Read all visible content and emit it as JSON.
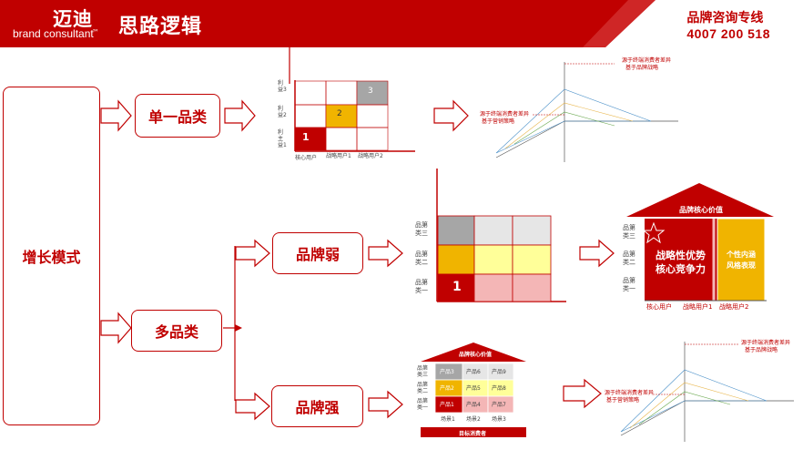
{
  "header": {
    "brand_cn": "迈迪",
    "brand_en": "brand consultant",
    "brand_tm": "™",
    "title": "思路逻辑",
    "hotline_label": "品牌咨询专线",
    "hotline_number": "4007 200 518"
  },
  "flow": {
    "root": "增长模式",
    "single": "单一品类",
    "multi": "多品类",
    "weak": "品牌弱",
    "strong": "品牌强"
  },
  "matrix_single": {
    "y_labels": [
      "利益3",
      "利益2",
      "利主益1"
    ],
    "x_labels": [
      "核心用户",
      "战略用户1",
      "战略用户2"
    ],
    "cells": [
      "1",
      "2",
      "3"
    ]
  },
  "matrix_weak": {
    "y_labels": [
      "品第类三",
      "品第类二",
      "品第类一"
    ],
    "cell": "1"
  },
  "house_weak": {
    "roof": "品牌核心价值",
    "y_labels": [
      "品第类三",
      "品第类二",
      "品第类一"
    ],
    "red_text_1": "战略性优势",
    "red_text_2": "核心竞争力",
    "yellow_text_1": "个性内涵",
    "yellow_text_2": "风格表现",
    "x_labels": [
      "核心用户",
      "战略用户1",
      "战略用户2"
    ]
  },
  "house_strong": {
    "roof": "品牌核心价值",
    "y_labels": [
      "品第类三",
      "品第类二",
      "品第类一"
    ],
    "cells": [
      [
        "产品3",
        "产品6",
        "产品9"
      ],
      [
        "产品2",
        "产品5",
        "产品8"
      ],
      [
        "产品1",
        "产品4",
        "产品7"
      ]
    ],
    "x_labels": [
      "场景1",
      "场景2",
      "场景3"
    ],
    "footer": "目标消费者"
  },
  "strategy_chart": {
    "top_note_1": "源于终端消费者差异",
    "top_note_2": "基于品牌战略",
    "left_note_1": "源于终端消费者差异",
    "left_note_2": "基于营销策略"
  },
  "colors": {
    "brand_red": "#c00000",
    "yellow": "#f0b400",
    "gray": "#a6a6a6",
    "light_yellow": "#ffff99",
    "light_pink": "#f4b6b6"
  }
}
